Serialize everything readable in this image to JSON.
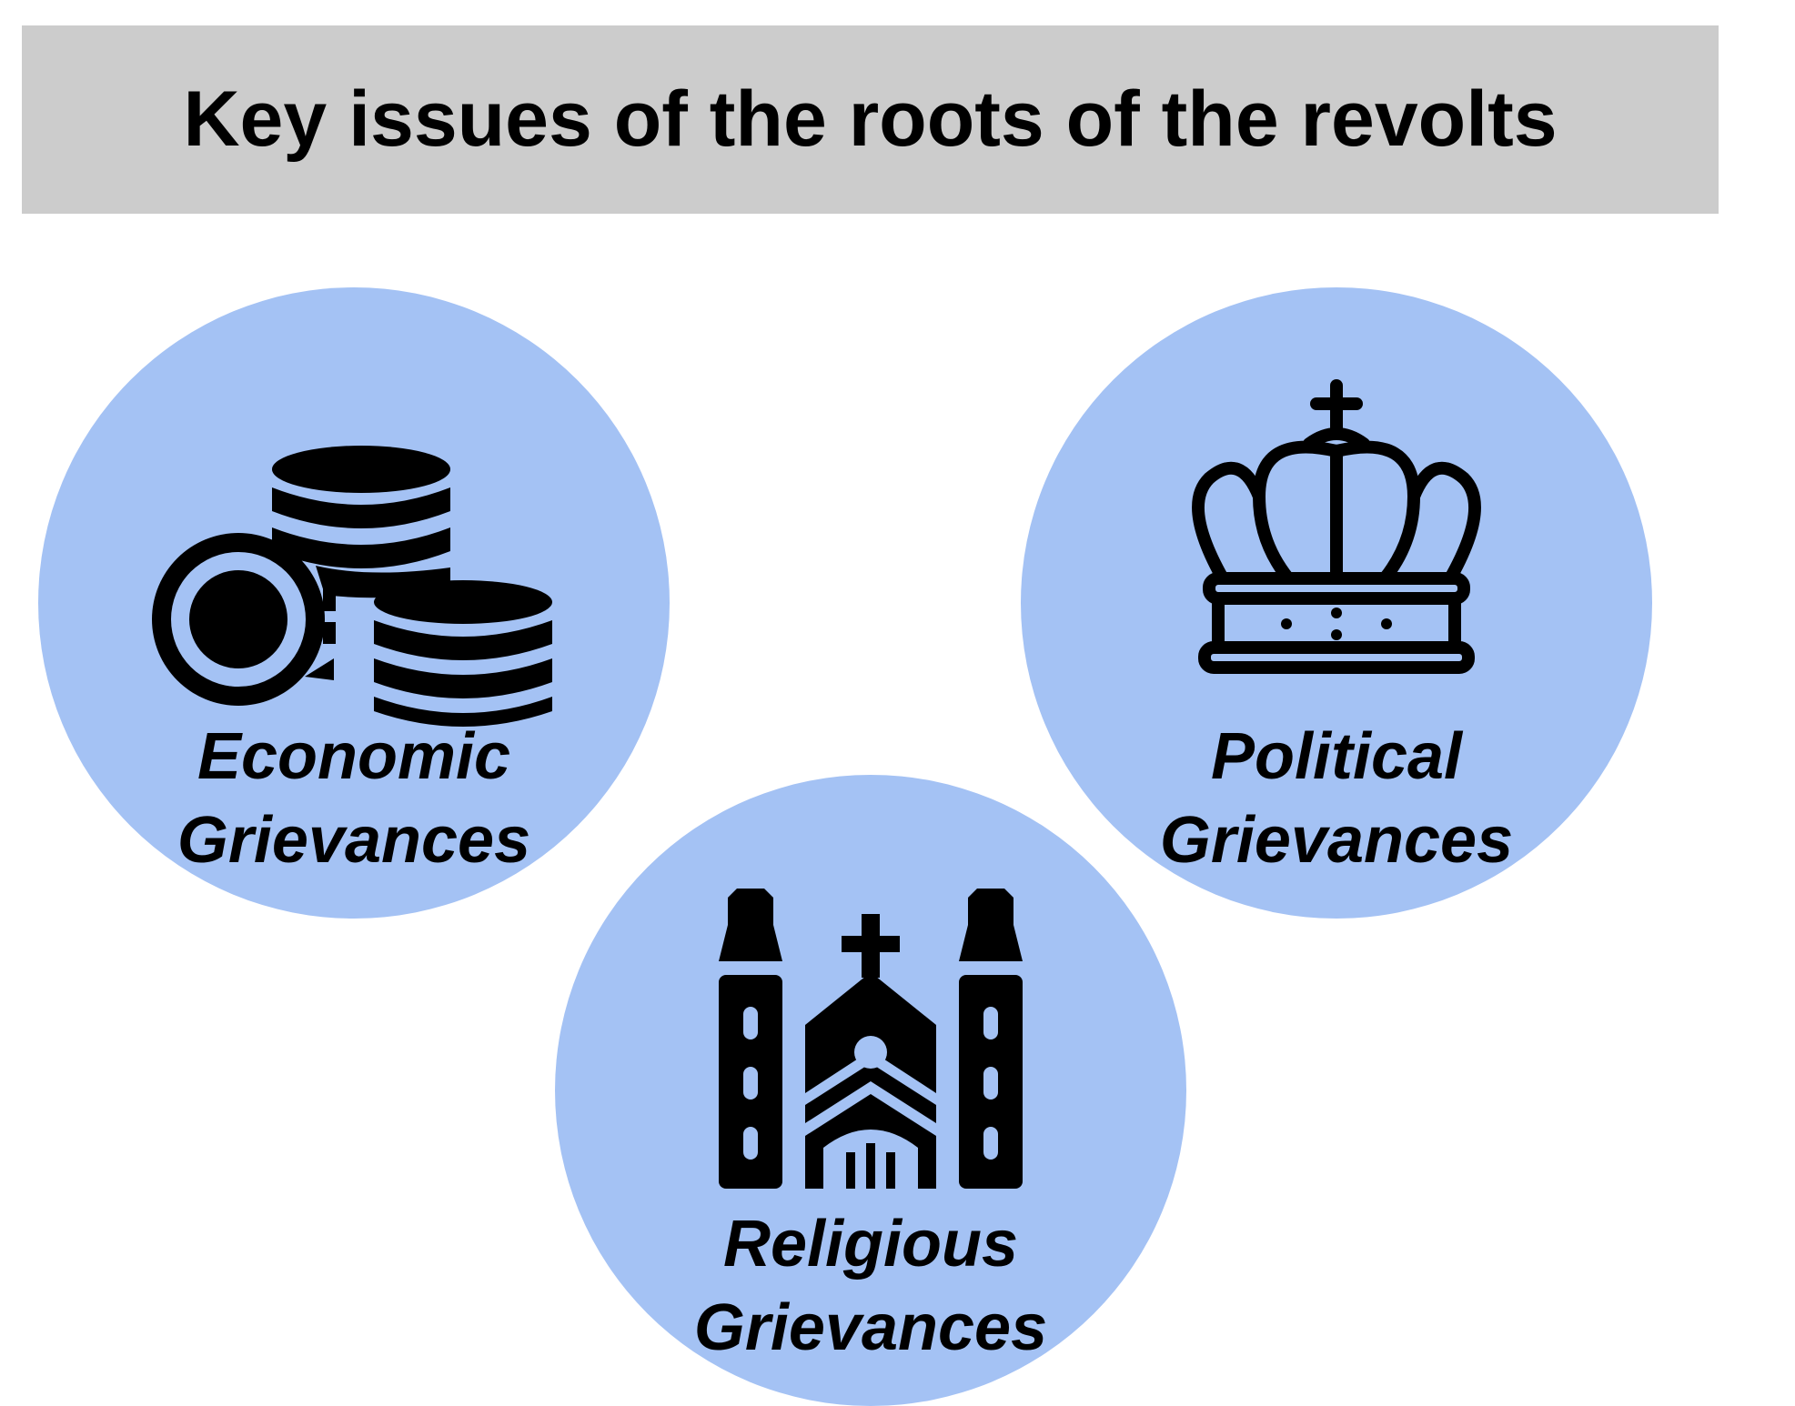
{
  "title": "Key issues of the roots of the revolts",
  "colors": {
    "banner": "#cccccc",
    "circle": "#a4c2f4",
    "icon": "#000000"
  },
  "items": [
    {
      "id": "economic",
      "icon": "coins-icon",
      "label_line1": "Economic",
      "label_line2": "Grievances"
    },
    {
      "id": "political",
      "icon": "crown-icon",
      "label_line1": "Political",
      "label_line2": "Grievances"
    },
    {
      "id": "religious",
      "icon": "church-icon",
      "label_line1": "Religious",
      "label_line2": "Grievances"
    }
  ]
}
